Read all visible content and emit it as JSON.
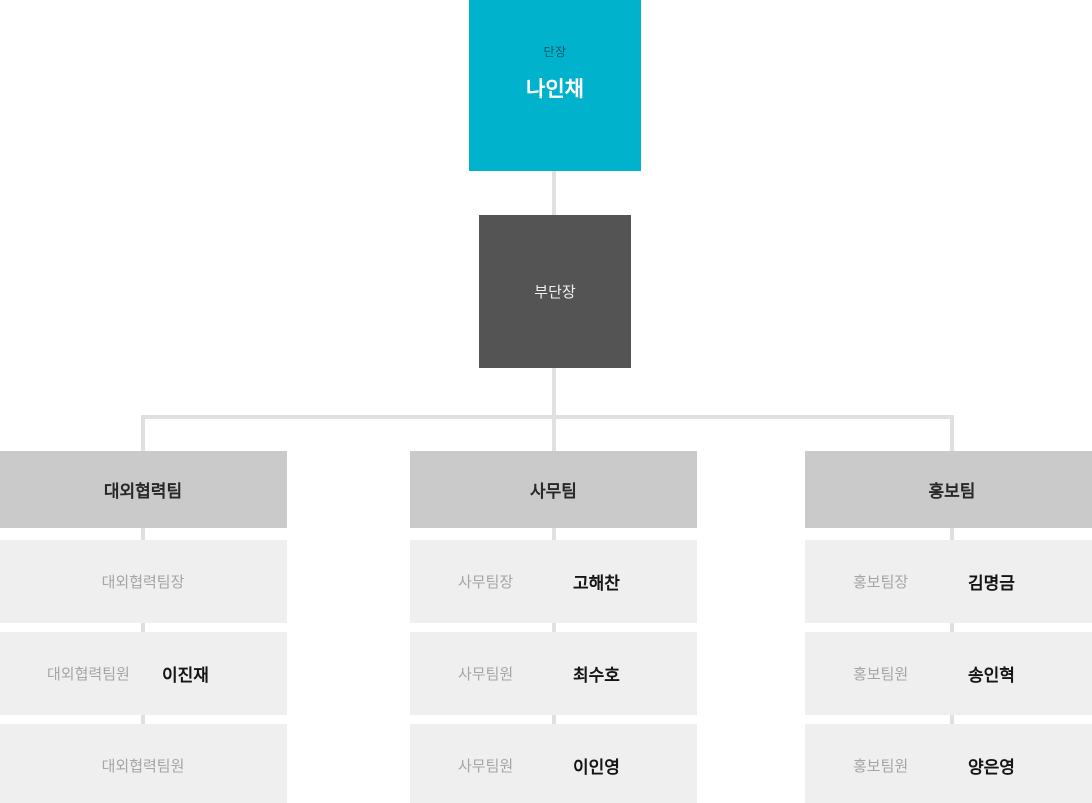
{
  "chart": {
    "director": {
      "title": "단장",
      "name": "나인채"
    },
    "vice_director": {
      "title": "부단장"
    },
    "teams": [
      {
        "name": "대외협력팀",
        "members": [
          {
            "role": "대외협력팀장"
          },
          {
            "role": "대외협력팀원",
            "name": "이진재"
          },
          {
            "role": "대외협력팀원"
          }
        ]
      },
      {
        "name": "사무팀",
        "members": [
          {
            "role": "사무팀장",
            "name": "고해찬"
          },
          {
            "role": "사무팀원",
            "name": "최수호"
          },
          {
            "role": "사무팀원",
            "name": "이인영"
          }
        ]
      },
      {
        "name": "홍보팀",
        "members": [
          {
            "role": "홍보팀장",
            "name": "김명금"
          },
          {
            "role": "홍보팀원",
            "name": "송인혁"
          },
          {
            "role": "홍보팀원",
            "name": "양은영"
          }
        ]
      }
    ],
    "colors": {
      "director_bg": "#00b2cb",
      "vice_director_bg": "#545454",
      "team_header_bg": "#cacaca",
      "member_row_bg": "#efefef",
      "connector": "#e0e0e0"
    }
  }
}
